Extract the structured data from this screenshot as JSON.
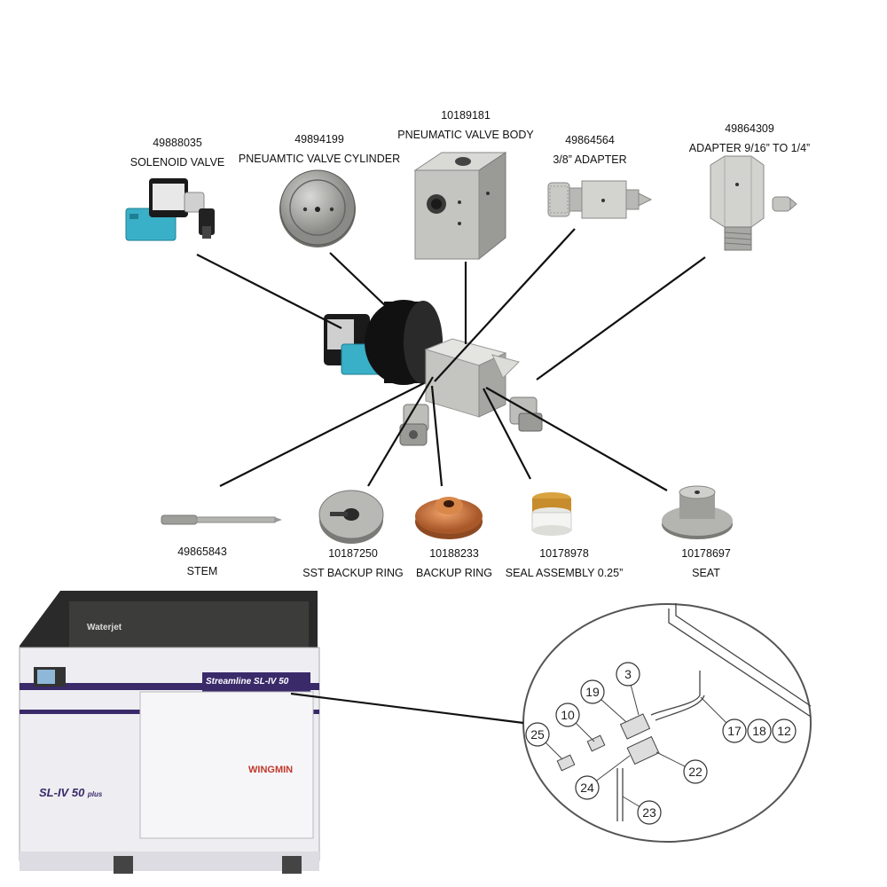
{
  "parts": {
    "solenoid_valve": {
      "number": "49888035",
      "name": "SOLENOID VALVE"
    },
    "pneumatic_valve_cylinder": {
      "number": "49894199",
      "name": "PNEUAMTIC VALVE CYLINDER"
    },
    "pneumatic_valve_body": {
      "number": "10189181",
      "name": "PNEUMATIC VALVE BODY"
    },
    "adapter_3_8": {
      "number": "49864564",
      "name": "3/8”   ADAPTER"
    },
    "adapter_9_16": {
      "number": "49864309",
      "name": "ADAPTER 9/16”  TO 1/4”"
    },
    "stem": {
      "number": "49865843",
      "name": "STEM"
    },
    "sst_backup_ring": {
      "number": "10187250",
      "name": "SST BACKUP RING"
    },
    "backup_ring": {
      "number": "10188233",
      "name": "BACKUP RING"
    },
    "seal_assembly": {
      "number": "10178978",
      "name": "SEAL ASSEMBLY 0.25”"
    },
    "seat": {
      "number": "10178697",
      "name": "SEAT"
    }
  },
  "machine": {
    "top_label": "Waterjet",
    "model_banner": "Streamline SL-IV 50",
    "side_model": "SL-IV 50",
    "side_model_suffix": "plus",
    "brand": "WINGMIN"
  },
  "detail_callouts": [
    "3",
    "19",
    "10",
    "25",
    "24",
    "22",
    "17",
    "18",
    "12",
    "23"
  ],
  "colors": {
    "leader_line": "#111111",
    "valve_blue": "#3ab0c8",
    "copper": "#c8743a",
    "machine_purple": "#3a2a6a"
  }
}
